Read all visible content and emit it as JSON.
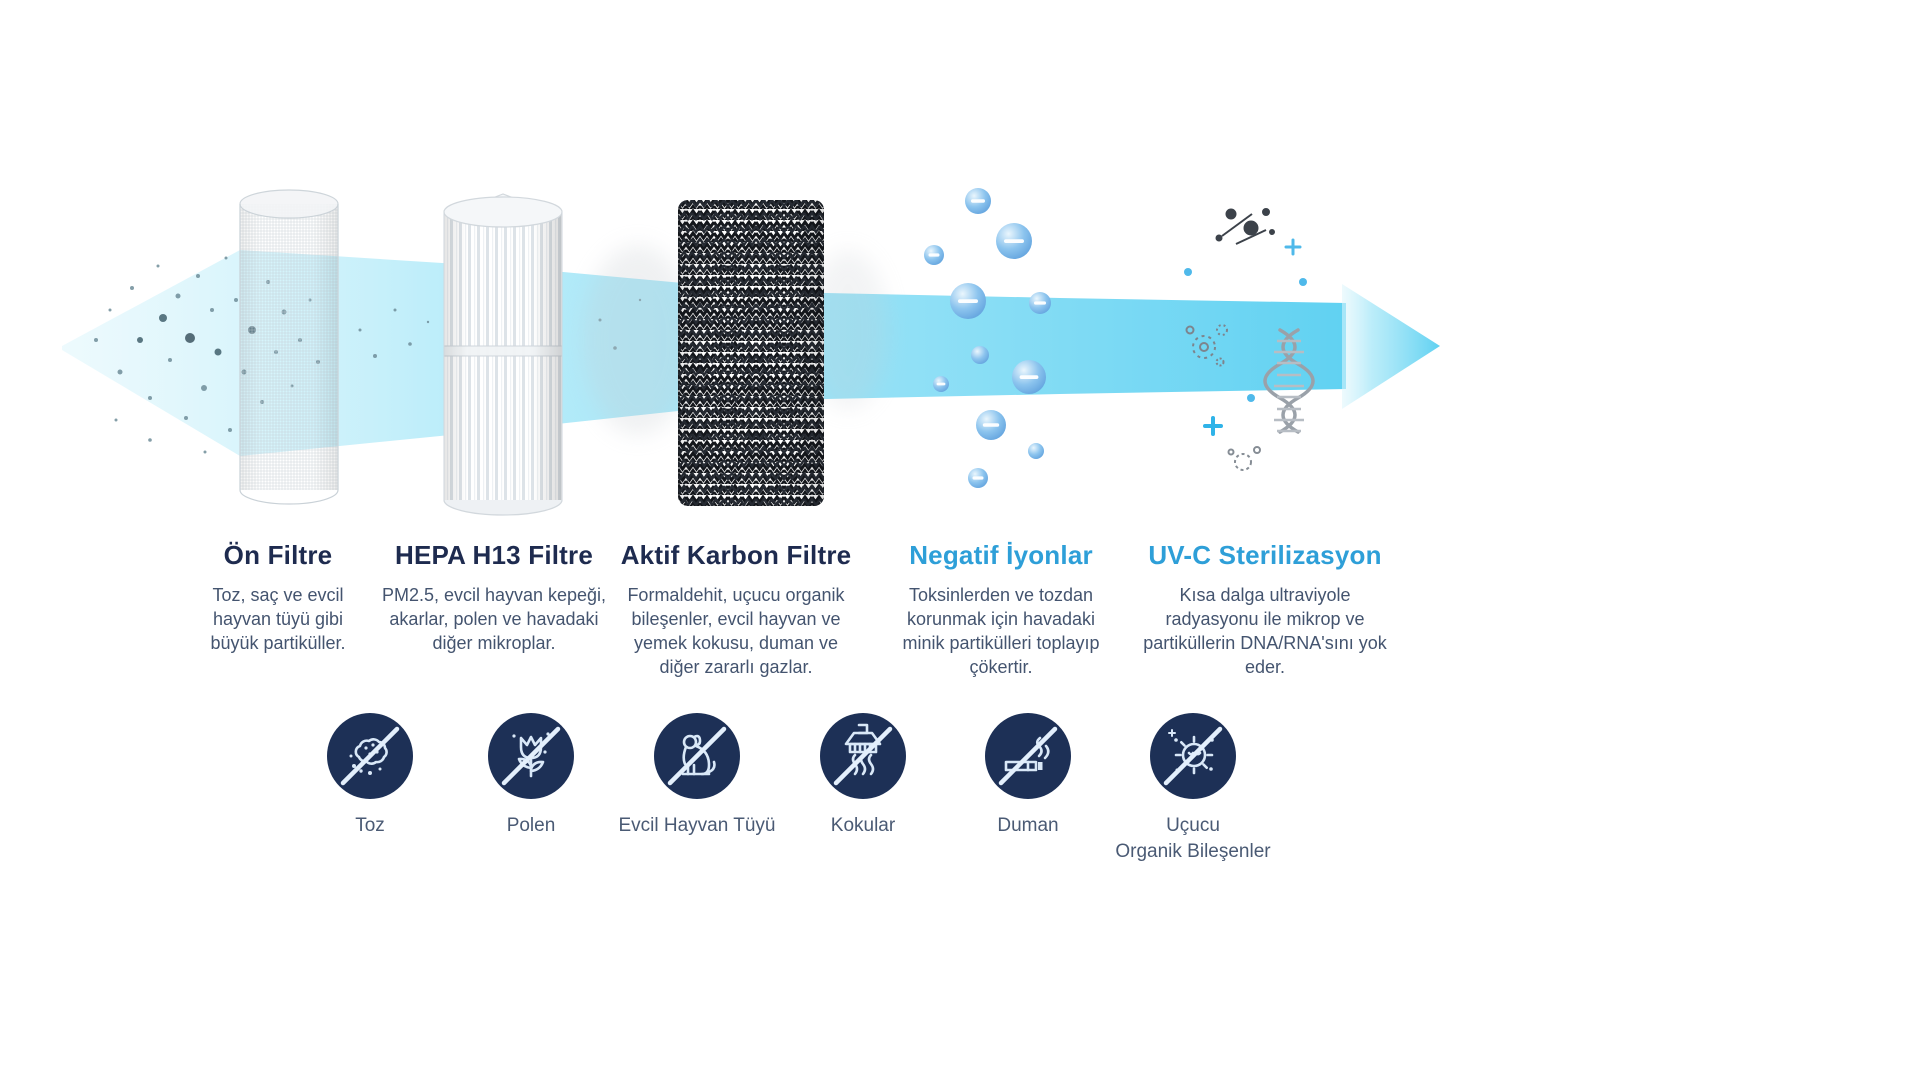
{
  "colors": {
    "heading_navy": "#1e2b4f",
    "heading_blue": "#2e9fd8",
    "body_text": "#44546f",
    "beam_blue": "#58cff1",
    "badge_circle": "#1d3056",
    "badge_line": "#d9e8f8"
  },
  "stages": [
    {
      "title": "Ön Filtre",
      "style": "navy",
      "description": "Toz, saç ve evcil hayvan tüyü gibi büyük partiküller."
    },
    {
      "title": "HEPA H13 Filtre",
      "style": "navy",
      "description": "PM2.5, evcil hayvan kepeği, akarlar, polen ve havadaki diğer mikroplar."
    },
    {
      "title": "Aktif Karbon Filtre",
      "style": "navy",
      "description": "Formaldehit, uçucu organik bileşenler, evcil hayvan ve yemek kokusu, duman ve diğer zararlı gazlar."
    },
    {
      "title": "Negatif İyonlar",
      "style": "blue",
      "description": "Toksinlerden ve tozdan korunmak için havadaki minik partikülleri toplayıp çökertir."
    },
    {
      "title": "UV-C Sterilizasyon",
      "style": "blue",
      "description": "Kısa dalga ultraviyole radyasyonu ile mikrop ve partiküllerin DNA/RNA'sını yok eder."
    }
  ],
  "badges": [
    {
      "label": "Toz",
      "icon": "dust-icon"
    },
    {
      "label": "Polen",
      "icon": "pollen-flower-icon"
    },
    {
      "label": "Evcil Hayvan Tüyü",
      "icon": "dog-icon"
    },
    {
      "label": "Kokular",
      "icon": "cooker-hood-icon"
    },
    {
      "label": "Duman",
      "icon": "cigarette-smoke-icon"
    },
    {
      "label": "Uçucu\nOrganik Bileşenler",
      "icon": "voc-molecule-icon"
    }
  ]
}
